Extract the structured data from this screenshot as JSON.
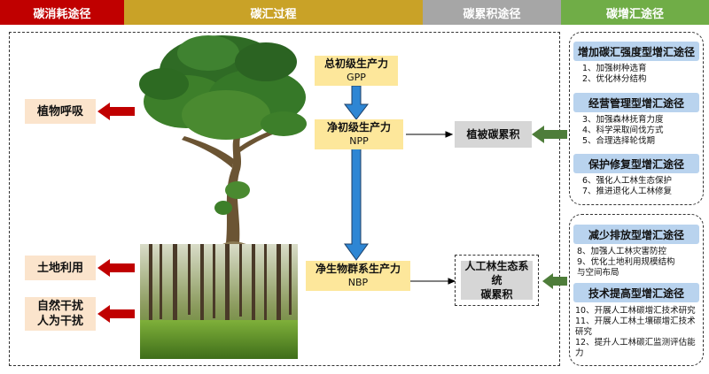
{
  "headers": {
    "consumption": "碳消耗途径",
    "process": "碳汇过程",
    "accumulation": "碳累积途径",
    "increase": "碳增汇途径"
  },
  "colors": {
    "consumption_header": "#c00000",
    "process_header": "#c9a227",
    "accumulation_header": "#a6a6a6",
    "increase_header": "#70ad47",
    "red_arrow": "#c00000",
    "blue_arrow": "#2e86d4",
    "green_arrow": "#4e7d3a"
  },
  "left": {
    "respiration": "植物呼吸",
    "land_use": "土地利用",
    "disturbance_line1": "自然干扰",
    "disturbance_line2": "人为干扰"
  },
  "process": {
    "gpp_cn": "总初级生产力",
    "gpp_abbr": "GPP",
    "npp_cn": "净初级生产力",
    "npp_abbr": "NPP",
    "nbp_cn": "净生物群系生产力",
    "nbp_abbr": "NBP"
  },
  "accumulation": {
    "vegetation": "植被碳累积",
    "ecosystem_line1": "人工林生态系统",
    "ecosystem_line2": "碳累积"
  },
  "pathways": {
    "group1": {
      "title1": "增加碳汇强度型增汇途径",
      "items1": [
        "1、加强树种选育",
        "2、优化林分结构"
      ],
      "title2": "经营管理型增汇途径",
      "items2": [
        "3、加强森林抚育力度",
        "4、科学采取间伐方式",
        "5、合理选择轮伐期"
      ],
      "title3": "保护修复型增汇途径",
      "items3": [
        "6、强化人工林生态保护",
        "7、推进退化人工林修复"
      ]
    },
    "group2": {
      "title1": "减少排放型增汇途径",
      "items1": [
        "8、加强人工林灾害防控",
        "9、优化土地利用规模结构",
        "与空间布局"
      ],
      "title2": "技术提高型增汇途径",
      "items2": [
        "10、开展人工林碳增汇技术研究",
        "11、开展人工林土壤碳增汇技术",
        "研究",
        "12、提升人工林碳汇监测评估能",
        "力"
      ]
    }
  }
}
